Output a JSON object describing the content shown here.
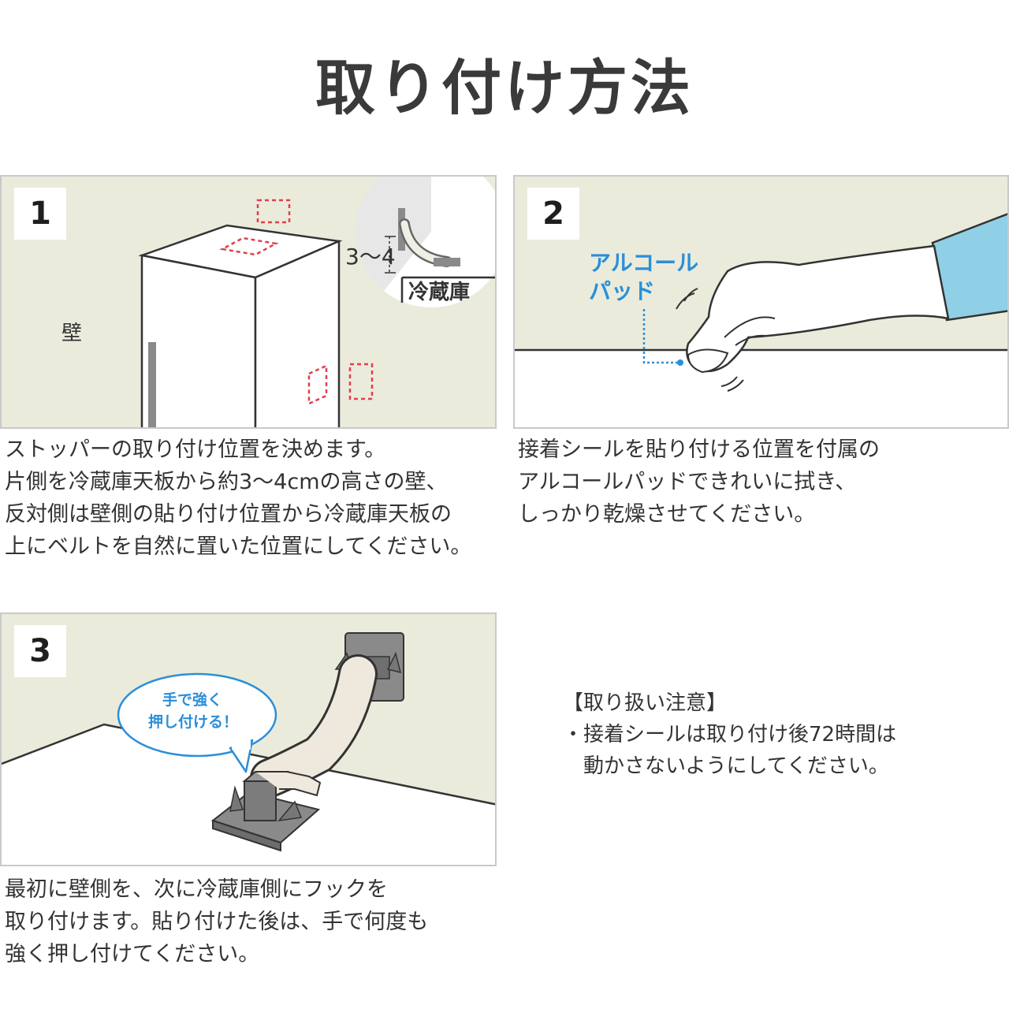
{
  "title": "取り付け方法",
  "steps": [
    {
      "number": "1",
      "labels": {
        "wall": "壁",
        "gap": "3〜4",
        "fridge": "冷蔵庫"
      },
      "caption": [
        "ストッパーの取り付け位置を決めます。",
        "片側を冷蔵庫天板から約3〜4cmの高さの壁、",
        "反対側は壁側の貼り付け位置から冷蔵庫天板の",
        "上にベルトを自然に置いた位置にしてください。"
      ]
    },
    {
      "number": "2",
      "labels": {
        "pad_line1": "アルコール",
        "pad_line2": "パッド"
      },
      "caption": [
        "接着シールを貼り付ける位置を付属の",
        "アルコールパッドできれいに拭き、",
        "しっかり乾燥させてください。"
      ]
    },
    {
      "number": "3",
      "labels": {
        "bubble_line1": "手で強く",
        "bubble_line2": "押し付ける！"
      },
      "caption": [
        "最初に壁側を、次に冷蔵庫側にフックを",
        "取り付けます。貼り付けた後は、手で何度も",
        "強く押し付けてください。"
      ]
    }
  ],
  "notes": {
    "heading": "【取り扱い注意】",
    "lines": [
      "・接着シールは取り付け後72時間は",
      "　動かさないようにしてください。"
    ]
  },
  "colors": {
    "wall": "#ebebdc",
    "dashed": "#e0404b",
    "accent_blue": "#2b8fd8",
    "sleeve": "#8fd0e6",
    "hook": "#8a8a8a"
  }
}
